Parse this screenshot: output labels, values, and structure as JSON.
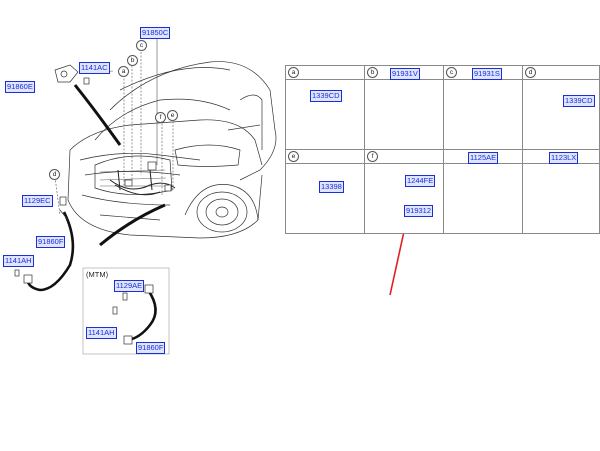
{
  "main_callouts": {
    "c91850C": "91850C",
    "c1141AC": "1141AC",
    "c91860E": "91860E",
    "c1129EC": "1129EC",
    "c91860F": "91860F",
    "c1141AH": "1141AH"
  },
  "circle_letters": [
    "a",
    "b",
    "c",
    "d",
    "e",
    "f"
  ],
  "mtm_box": {
    "title": "(MTM)",
    "c1129AE": "1129AE",
    "c1141AH": "1141AH",
    "c91860F": "91860F"
  },
  "detail_grid": {
    "cells": [
      {
        "letter": "a",
        "part": "1339CD"
      },
      {
        "letter": "b",
        "part": "91931V"
      },
      {
        "letter": "c",
        "part": "91931S"
      },
      {
        "letter": "d",
        "part": "1339CD"
      },
      {
        "letter": "e",
        "part": "13398"
      },
      {
        "letter": "f",
        "part": "1244FE",
        "part2": "919312"
      },
      {
        "letter": "",
        "part": "1125AE"
      },
      {
        "letter": "",
        "part": "1123LX"
      }
    ]
  },
  "colors": {
    "label_border": "#1a2fd6",
    "label_fill": "#dfe4ff",
    "arrow": "#e02020",
    "line": "#333333"
  }
}
